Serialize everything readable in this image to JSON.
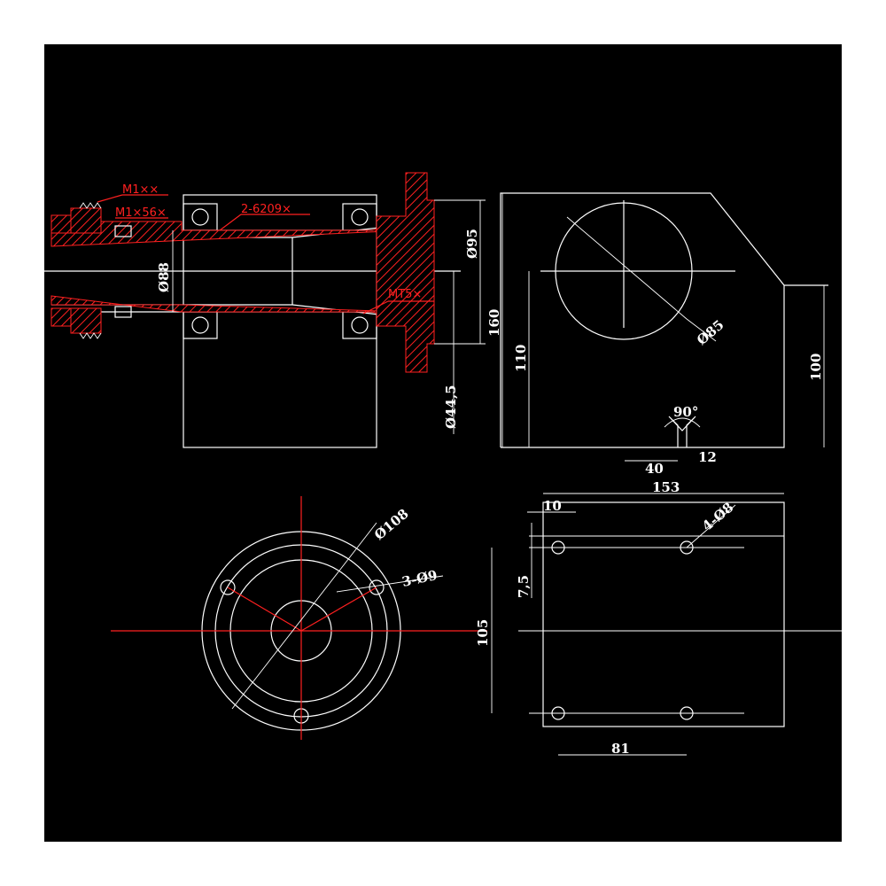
{
  "colors": {
    "background": "#000000",
    "line": "#ffffff",
    "accent": "#ff2020"
  },
  "notes": {
    "thread_1": "M1××",
    "thread_2": "M1×56×",
    "bearing": "2-6209×",
    "taper": "MT5×"
  },
  "dimensions": {
    "bore": "Ø88",
    "flange_od": "Ø95",
    "spigot": "Ø44,5",
    "height_total": "160",
    "center_height": "110",
    "circle_dia": "Ø85",
    "right_height": "100",
    "angle": "90°",
    "slot_offset": "40",
    "slot_width": "12",
    "length": "153",
    "edge_offset": "10",
    "holes": "4-Ø8",
    "hole_offset": "7,5",
    "width": "105",
    "hole_spacing": "81",
    "flange_circle": "Ø108",
    "flange_holes": "3-Ø9"
  }
}
